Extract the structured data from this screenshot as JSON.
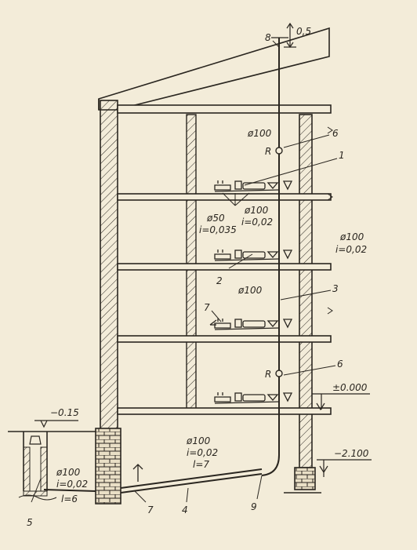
{
  "callouts": {
    "n1": "1",
    "n2": "2",
    "n3": "3",
    "n4": "4",
    "n5": "5",
    "n6a": "6",
    "n6b": "6",
    "n7a": "7",
    "n7b": "7",
    "n8": "8",
    "n9": "9"
  },
  "dims": {
    "vent": "0,5",
    "level_floor": "±0.000",
    "level_basement": "−2.100",
    "level_ground": "−0.15"
  },
  "pipes": {
    "riser_top": "ø100",
    "branch_d": "ø50",
    "branch_i": "i=0,035",
    "f2_d": "ø100",
    "f2_i": "i=0,02",
    "r3_d": "ø100",
    "r3_i": "i=0,02",
    "riser_mid": "ø100",
    "main_d": "ø100",
    "main_i": "i=0,02",
    "main_l": "l=7",
    "out_d": "ø100",
    "out_i": "i=0,02",
    "out_l": "l=6"
  },
  "marks": {
    "rev_a": "R",
    "rev_b": "R"
  }
}
